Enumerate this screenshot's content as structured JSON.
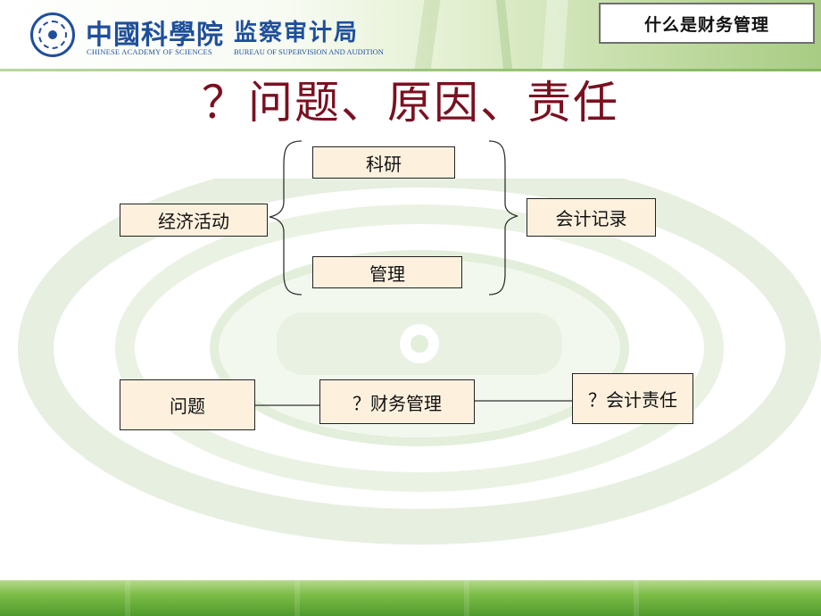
{
  "header": {
    "org_name_cn": "中國科學院",
    "bureau_name_cn": "监察审计局",
    "org_name_en": "CHINESE ACADEMY OF SCIENCES",
    "bureau_name_en": "BUREAU OF SUPERVISION AND AUDITION",
    "section_title": "什么是财务管理"
  },
  "slide": {
    "title": "？问题、原因、责任"
  },
  "diagram": {
    "economic_activity": "经济活动",
    "research": "科研",
    "management": "管理",
    "accounting_records": "会计记录",
    "problem": "问题",
    "financial_management": "？财务管理",
    "accounting_responsibility": "？会计责任"
  },
  "colors": {
    "title": "#7a1020",
    "box_fill": "#fdf1de",
    "brand_blue": "#1f4f9c",
    "footer_green": "#4f9a2c"
  }
}
